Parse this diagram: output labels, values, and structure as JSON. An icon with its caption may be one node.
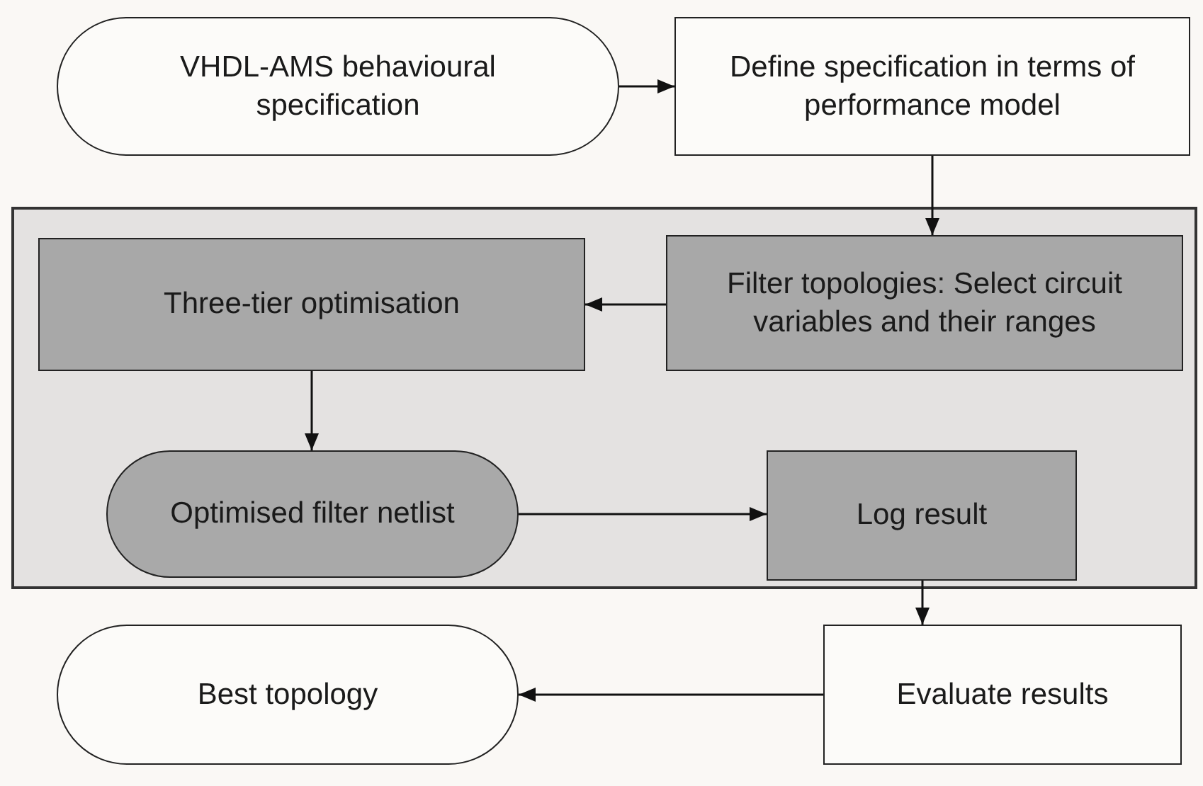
{
  "diagram": {
    "nodes": [
      {
        "text": [
          "VHDL-AMS behavioural specification"
        ]
      },
      {
        "text": [
          "Define specification in terms of performance model"
        ]
      },
      {
        "text": [],
        "shape": "box"
      },
      {
        "text": [
          "Filter topologies: Select circuit variables and their ranges"
        ],
        "in": 2
      },
      {
        "text": [
          "Three-tier optimisation"
        ],
        "in": 2
      },
      {
        "text": [
          "Optimised filter netlist"
        ],
        "in": 2
      },
      {
        "text": [
          "Log result"
        ],
        "in": 2
      },
      {
        "text": [
          "Evaluate results"
        ]
      },
      {
        "text": [
          "Best topology"
        ]
      }
    ],
    "edges": [
      {
        "from": 0,
        "to": 1,
        "arrow": "to"
      },
      {
        "from": 1,
        "to": 3,
        "arrow": "to"
      },
      {
        "from": 3,
        "to": 4,
        "arrow": "to"
      },
      {
        "from": 4,
        "to": 5,
        "arrow": "to"
      },
      {
        "from": 5,
        "to": 6,
        "arrow": "to"
      },
      {
        "from": 6,
        "to": 7,
        "arrow": "to"
      },
      {
        "from": 7,
        "to": 8,
        "arrow": "to"
      }
    ]
  }
}
